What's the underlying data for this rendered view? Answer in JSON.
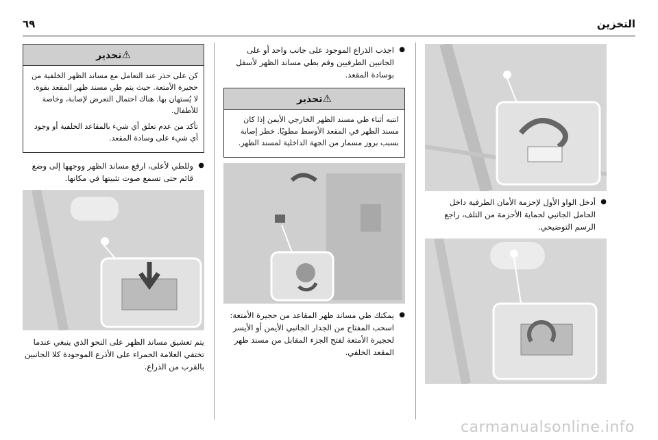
{
  "header": {
    "page_number": "٦٩",
    "title": "التخزين"
  },
  "col_right": {
    "bullet1": "أدخل الواو الأول لإحزمة الأمان الطرفية داخل الحامل الجانبي لحماية الأحزمة من التلف، راجع الرسم التوضيحي."
  },
  "col_middle": {
    "bullet1": "اجذب الذراع الموجود على جانب واحد أو على الجانبين الطرفيين وقم بطي مساند الظهر لأسفل بوسادة المقعد.",
    "warning_title": "تحذير",
    "warning_text": "انتبه أثناء طي مسند الظهر الخارجي الأيمن إذا كان مسند الظهر في المقعد الأوسط مطويًا. خطر إصابة بسبب بروز مسمار من الجهة الداخلية لمسند الظهر.",
    "bullet2": "يمكنك طي مساند ظهر المقاعد من حجيرة الأمتعة: اسحب المفتاح من الجدار الجانبي الأيمن أو الأيسر لحجيرة الأمتعة لفتح الجزء المقابل من مسند ظهر المقعد الخلفي."
  },
  "col_left": {
    "warning_title": "تحذير",
    "warning_p1": "كن على حذر عند التعامل مع مساند الظهر الخلفية من حجيرة الأمتعة. حيث يتم طي مسند ظهر المقعد بقوة. لا يُستهان بها. هناك احتمال التعرض لإصابة، وخاصة للأطفال.",
    "warning_p2": "تأكد من عدم تعلق أي شيء بالمقاعد الخلفية أو وجود أي شيء على وسادة المقعد.",
    "bullet1": "وللطي لأعلى، ارفع مساند الظهر ووجهها إلى وضع قائم حتى تسمع صوت تثبيتها في مكانها.",
    "note": "يتم تعشيق مساند الظهر على النحو الذي ينبغي عندما تختفي العلامة الحمراء على الأذرع الموجودة كلا الجانبين بالقرب من الذراع."
  },
  "watermark": "carmanualsonline.info",
  "colors": {
    "rule": "#222222",
    "warning_header": "#cfcfcf",
    "image_bg": "#d8d8d8"
  }
}
